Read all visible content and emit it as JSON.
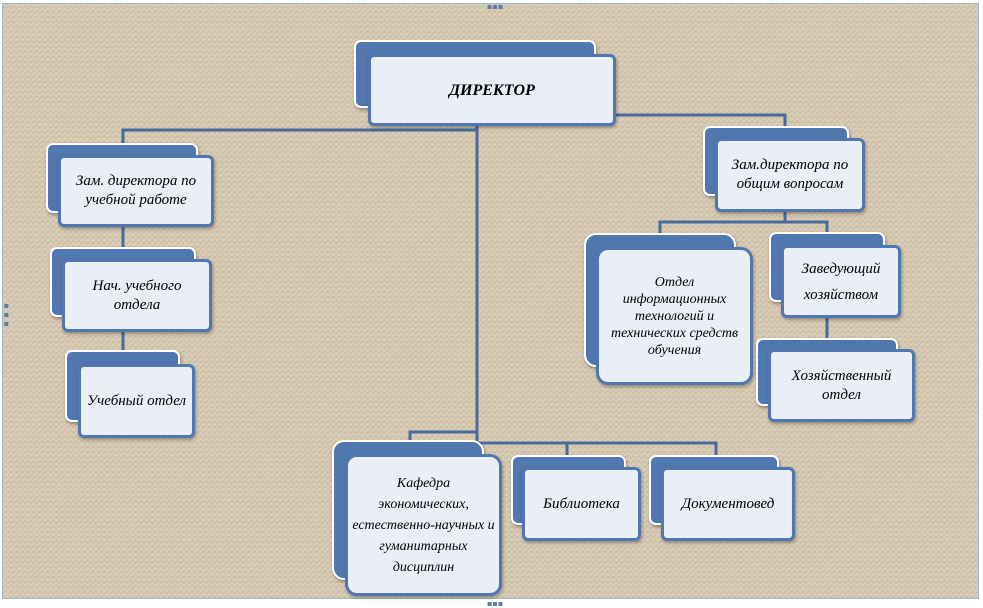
{
  "diagram": {
    "nodes": {
      "director": "ДИРЕКТОР",
      "deputy_academic": "Зам. директора по учебной работе",
      "head_academic_dept": "Нач. учебного отдела",
      "academic_dept": "Учебный отдел",
      "deputy_general": "Зам.директора по общим вопросам",
      "it_dept": "Отдел информационных технологий и технических средств обучения",
      "housekeeping_head": "Заведующий хозяйством",
      "housekeeping_dept": "Хозяйственный отдел",
      "department_chair": "Кафедра экономических, естественно-научных и гуманитарных дисциплин",
      "library": "Библиотека",
      "documentation": "Документовед"
    },
    "colors": {
      "box_fill": "#e9eef7",
      "box_accent": "#5077b0",
      "connector": "#4a6a9c",
      "background": "#d8cbb4"
    }
  }
}
